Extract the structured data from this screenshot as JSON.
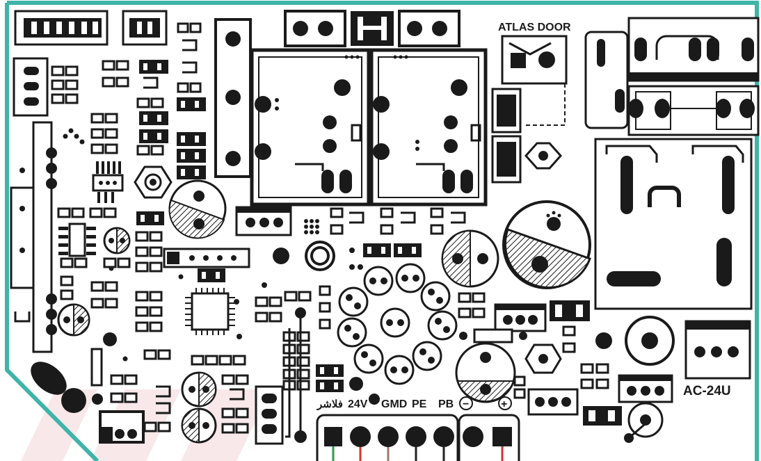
{
  "labels": {
    "atlas_door": "ATLAS DOOR",
    "ac_24u": "AC-24U",
    "flasher": "فلاشر",
    "v24": "24V",
    "gmd": "GMD",
    "pe": "PE",
    "pb": "PB",
    "minus": "−",
    "plus": "+"
  },
  "colors": {
    "board_outline": "#3fb4a8",
    "ink": "#1a1a1a",
    "background": "#ffffff",
    "watermark": "#f3d6d9",
    "wire_green": "#2e9b4a",
    "wire_red": "#d8322f",
    "wire_brown": "#9a7a6a",
    "wire_black": "#222222"
  },
  "terminal_wires": [
    "green",
    "red",
    "brown",
    "black",
    "black",
    "red"
  ]
}
